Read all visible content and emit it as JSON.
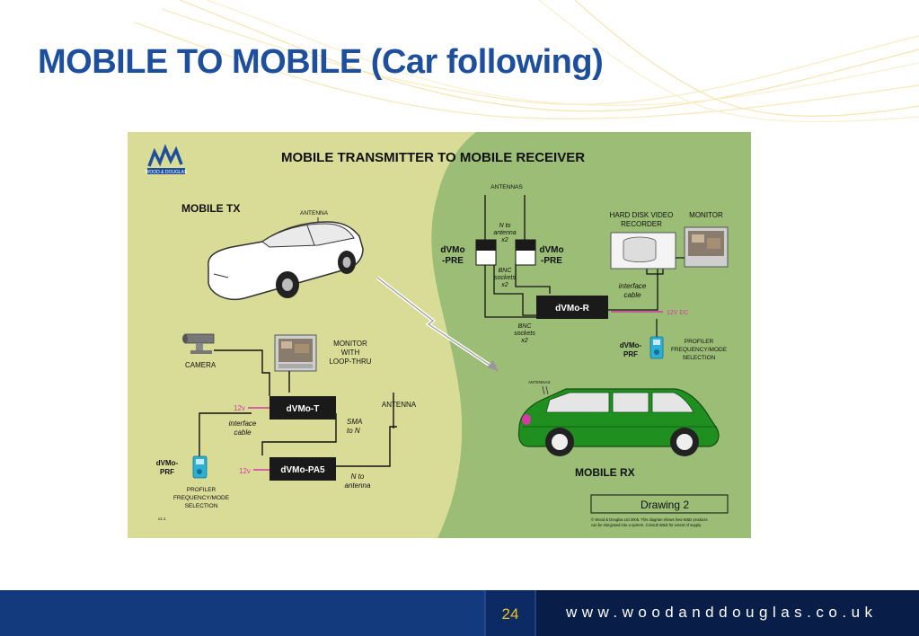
{
  "slide": {
    "title": "MOBILE TO MOBILE (Car following)",
    "page_number": "24",
    "website": "www.woodanddouglas.co.uk"
  },
  "diagram": {
    "heading": "MOBILE TRANSMITTER TO MOBILE RECEIVER",
    "logo_text": "WOOD & DOUGLAS",
    "tx": {
      "section_label": "MOBILE TX",
      "antenna_label": "ANTENNA",
      "camera_label": "CAMERA",
      "monitor_label": [
        "MONITOR",
        "WITH",
        "LOOP-THRU"
      ],
      "dvmo_t": "dVMo-T",
      "dvmo_pa5": "dVMo-PA5",
      "voltage_1": "12v",
      "voltage_2": "12v",
      "interface_cable": [
        "interface",
        "cable"
      ],
      "sma_to_n": [
        "SMA",
        "to N"
      ],
      "n_to_antenna": [
        "N to",
        "antenna"
      ],
      "antenna_right": "ANTENNA",
      "prf_label": [
        "dVMo-",
        "PRF"
      ],
      "profiler_label": [
        "PROFILER",
        "FREQUENCY/MODE",
        "SELECTION"
      ],
      "version": "v1.1"
    },
    "rx": {
      "antennas_label": "ANTENNAS",
      "n_to_antenna": [
        "N to",
        "antenna",
        "x2"
      ],
      "pre_left": [
        "dVMo",
        "-PRE"
      ],
      "pre_right": [
        "dVMo",
        "-PRE"
      ],
      "bnc_sockets_1": [
        "BNC",
        "sockets",
        "x2"
      ],
      "dvmo_r": "dVMo-R",
      "bnc_sockets_2": [
        "BNC",
        "sockets",
        "x2"
      ],
      "hdd_label": [
        "HARD DISK VIDEO",
        "RECORDER"
      ],
      "monitor_label": "MONITOR",
      "interface_cable": [
        "interface",
        "cable"
      ],
      "dc_label": "12V DC",
      "prf_label": [
        "dVMo-",
        "PRF"
      ],
      "profiler_label": [
        "PROFILER",
        "FREQUENCY/MODE",
        "SELECTION"
      ],
      "car_antenna_label": "ANTENNAS",
      "section_label": "MOBILE RX",
      "drawing_label": "Drawing 2",
      "copyright": [
        "© Wood & Douglas Ltd 2005. This diagram shows how W&D products",
        "can be integrated into a system. Consult W&D for extent of supply."
      ]
    }
  },
  "colors": {
    "title": "#1d4f9c",
    "footer": "#143a7a",
    "page_number": "#f2c21b",
    "tx_bg": "#d9dc97",
    "rx_bg": "#9cbd76",
    "rx_car": "#1f8f1f",
    "power_line": "#d63aa6"
  }
}
